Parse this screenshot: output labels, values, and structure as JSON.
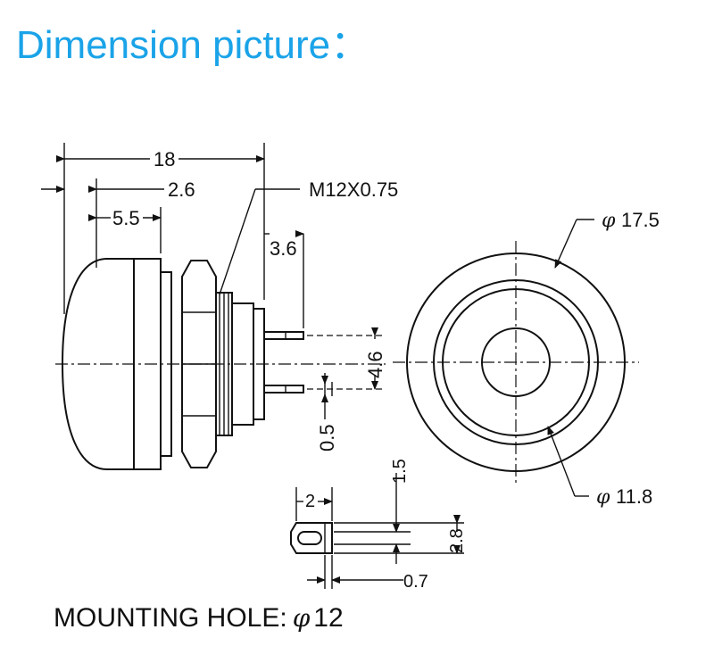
{
  "title": "Dimension picture：",
  "colors": {
    "title": "#1aa3e8",
    "line": "#111111",
    "background": "#ffffff"
  },
  "side_view": {
    "dim_overall_length": "18",
    "dim_cap_to_flange": "2.6",
    "dim_cap_height": "5.5",
    "dim_thread": "M12X0.75",
    "dim_terminal_length": "3.6",
    "dim_terminal_spacing": "4.6",
    "dim_terminal_thickness": "0.5"
  },
  "front_view": {
    "dim_outer_diameter": "17.5",
    "dim_inner_diameter": "11.8"
  },
  "terminal_detail": {
    "dim_width": "2",
    "dim_slot": "1.5",
    "dim_height": "2.8",
    "dim_thickness": "0.7"
  },
  "footer": {
    "label": "MOUNTING HOLE:",
    "diameter": "12"
  }
}
